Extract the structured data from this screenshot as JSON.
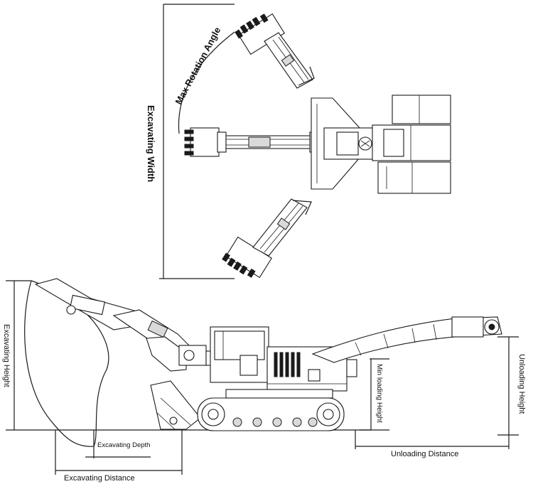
{
  "labels": {
    "max_rotation_angle": "Max Rotation Angle",
    "excavating_width": "Excavating Width",
    "excavating_height": "Excavating Height",
    "excavating_depth": "Excavating Depth",
    "excavating_distance": "Excavating Distance",
    "min_loading_height": "Min loading Height",
    "unloading_height": "Unloading Height",
    "unloading_distance": "Unloading Distance"
  }
}
